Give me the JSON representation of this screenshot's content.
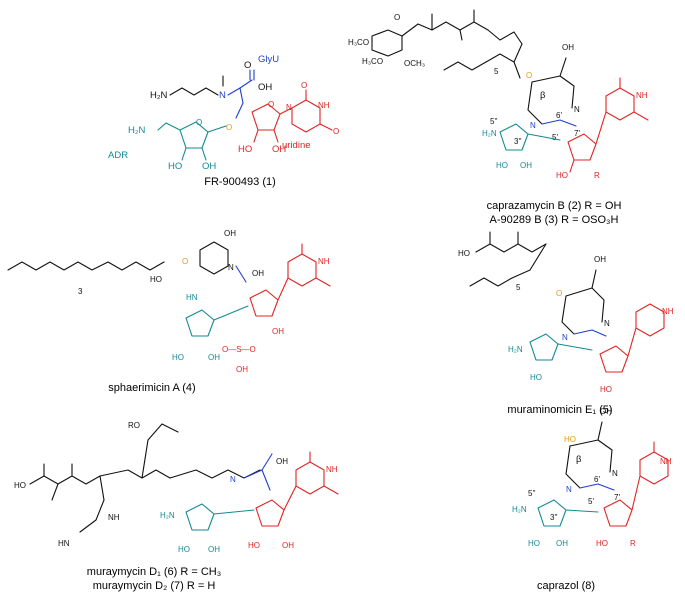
{
  "labels": {
    "glyu": "GlyU",
    "glyu_u": "U",
    "adr": "ADR",
    "uridine": "uridine",
    "beta": "β",
    "beta2": "β"
  },
  "captions": {
    "c1": "FR-900493 (1)",
    "c2": "caprazamycin B (2) R = OH",
    "c3": "A-90289 B (3) R = OSO₃H",
    "c4": "sphaerimicin A (4)",
    "c5": "muraminomicin E₁ (5)",
    "c6": "muraymycin D₁ (6) R = CH₃",
    "c7": "muraymycin D₂ (7) R = H",
    "c8": "caprazol (8)"
  },
  "atoms": {
    "h2n": "H₂N",
    "n": "N",
    "ho": "HO",
    "oh": "OH",
    "o": "O",
    "r": "R",
    "nh": "NH",
    "hn": "HN",
    "ro": "RO",
    "och3": "OCH₃",
    "h3co": "H₃CO",
    "sub3": "3",
    "sub5": "5",
    "p5pp": "5''",
    "p3pp": "3''",
    "p6p": "6'",
    "p7p": "7'",
    "p5p": "5'",
    "so": "S",
    "oso": "O—S—O"
  },
  "colors": {
    "black": "#111111",
    "blue": "#1f3fd1",
    "red": "#e02424",
    "teal": "#138a94",
    "orange": "#e69a1a"
  }
}
